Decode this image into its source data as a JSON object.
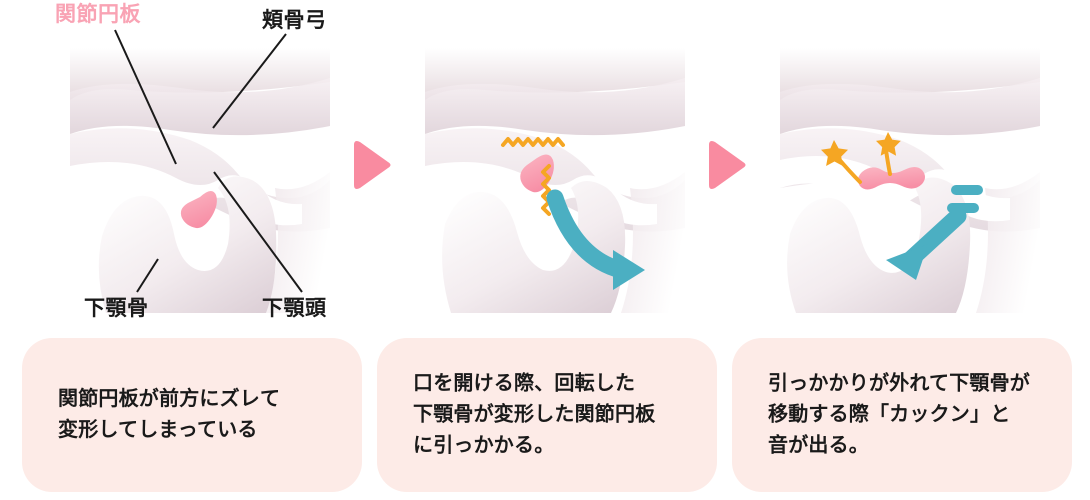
{
  "figure": {
    "type": "medical-illustration",
    "subject": "temporomandibular-joint-disorder-sequence",
    "panel_count": 3
  },
  "colors": {
    "disc_pink": "#F9A3B4",
    "label_pink": "#F9A3B4",
    "separator_pink": "#F98BA0",
    "arrow_teal": "#4BAFC2",
    "spark_orange": "#F5A623",
    "caption_bg": "#FDEBE7",
    "bone_light": "#FFFFFF",
    "bone_shadow": "#E3D7DC",
    "text_dark": "#1A1A1A",
    "page_bg": "#FFFFFF"
  },
  "labels": [
    {
      "id": "disc",
      "text": "関節円板",
      "color": "pink",
      "points_to": "articular-disc"
    },
    {
      "id": "arch",
      "text": "頬骨弓",
      "color": "black",
      "points_to": "zygomatic-arch"
    },
    {
      "id": "mand",
      "text": "下顎骨",
      "color": "black",
      "points_to": "mandible"
    },
    {
      "id": "head",
      "text": "下顎頭",
      "color": "black",
      "points_to": "mandibular-head"
    }
  ],
  "panels": [
    {
      "index": 1,
      "name": "displaced-disc",
      "markers": [],
      "caption_lines": [
        "関節円板が前方にズレて",
        "変形してしまっている"
      ]
    },
    {
      "index": 2,
      "name": "catching-on-disc",
      "markers": [
        "zigzag-horizontal",
        "zigzag-vertical",
        "curved-arrow-right"
      ],
      "caption_lines": [
        "口を開ける際、回転した",
        "下顎骨が変形した関節円板",
        "に引っかかる。"
      ]
    },
    {
      "index": 3,
      "name": "release-with-click",
      "markers": [
        "star-left",
        "star-right",
        "straight-arrow-down-left",
        "motion-dashes"
      ],
      "caption_lines": [
        "引っかかりが外れて下顎骨が",
        "移動する際「カックン」と",
        "音が出る。"
      ]
    }
  ],
  "separators": [
    {
      "id": "sep-1",
      "shape": "triangle-right"
    },
    {
      "id": "sep-2",
      "shape": "triangle-right"
    }
  ]
}
